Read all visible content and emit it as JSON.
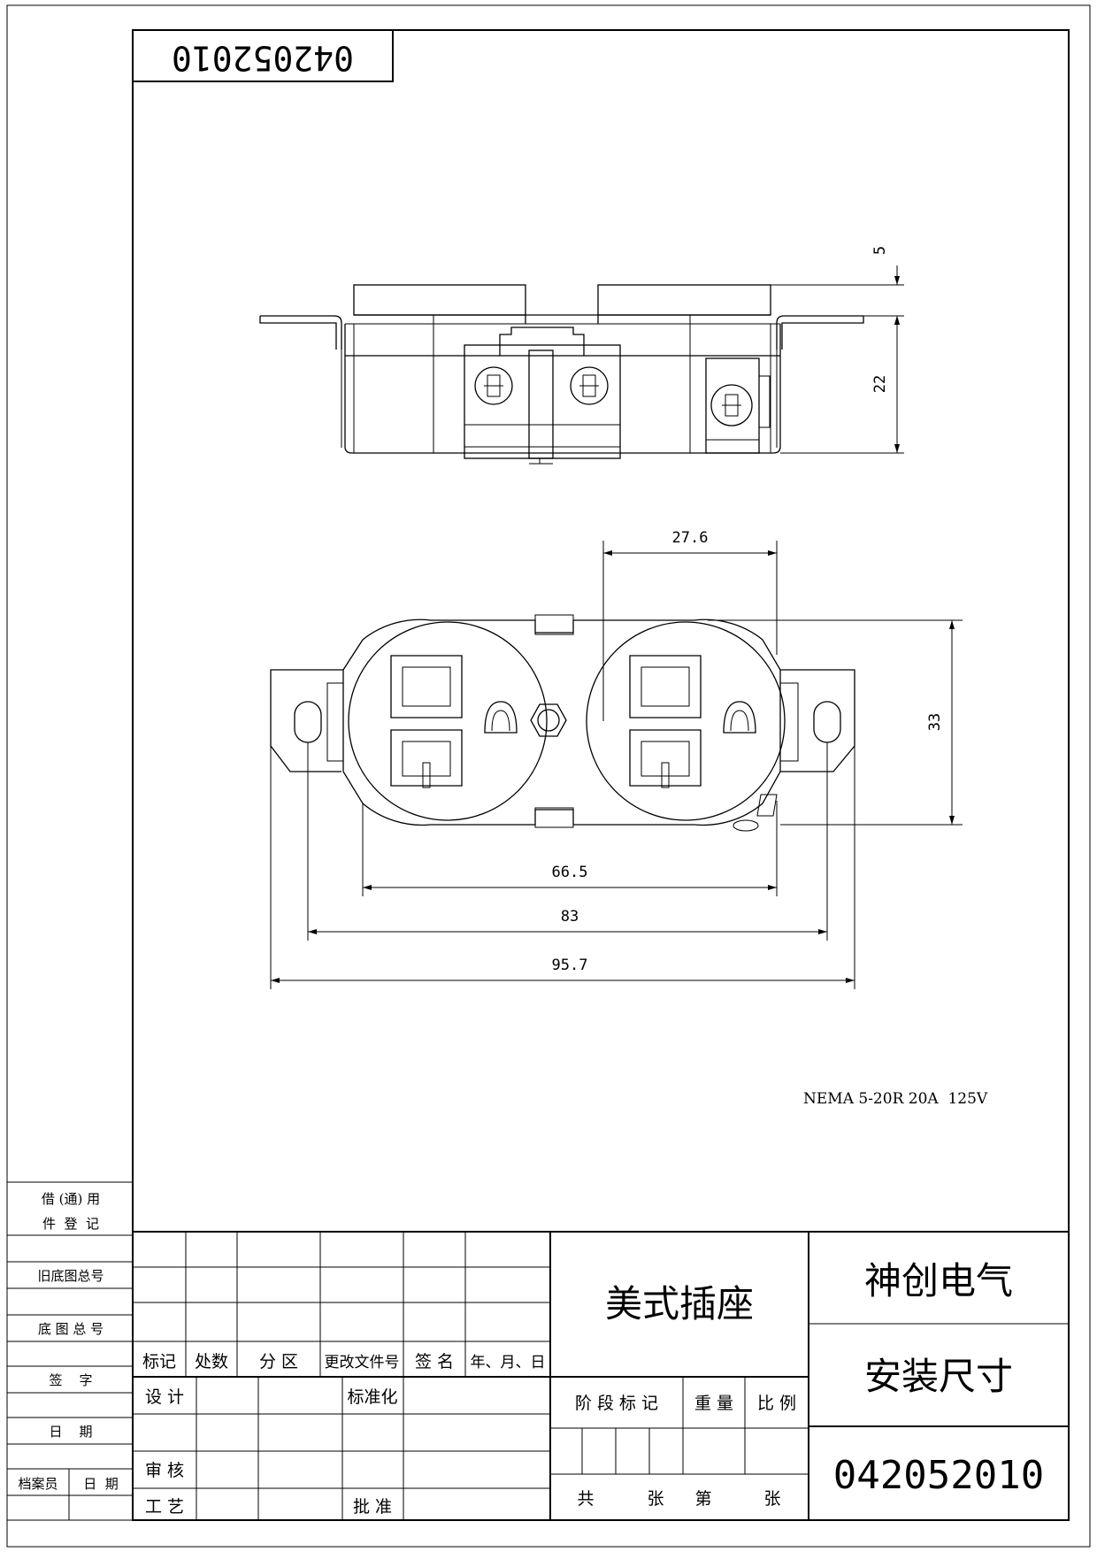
{
  "drawing_number_top": "042052010",
  "note": "NEMA 5-20R 20A  125V",
  "dimensions": {
    "side_top": "5",
    "side_height": "22",
    "pitch": "27.6",
    "height": "33",
    "inner_width": "66.5",
    "hole_spacing": "83",
    "overall_width": "95.7"
  },
  "left_register": {
    "borrow_label_1": "借 (通) 用",
    "borrow_label_2": "件  登  记",
    "old_base_no": "旧底图总号",
    "base_no": "底 图 总 号",
    "signature": "签    字",
    "date": "日    期",
    "archivist": "档案员",
    "archivist_date": "日  期"
  },
  "title_block": {
    "headers": [
      "标记",
      "处数",
      "分 区",
      "更改文件号",
      "签 名",
      "年、月、日"
    ],
    "design": "设 计",
    "standardization": "标准化",
    "review": "审 核",
    "process": "工 艺",
    "approve": "批 准",
    "part_name": "美式插座",
    "stage_mark": "阶 段 标 记",
    "weight": "重 量",
    "scale": "比 例",
    "total_sheets": "共",
    "sheets": "张",
    "sheet_no": "第",
    "sheet_unit": "张",
    "company": "神创电气",
    "drawing_title": "安装尺寸",
    "drawing_number": "042052010"
  }
}
